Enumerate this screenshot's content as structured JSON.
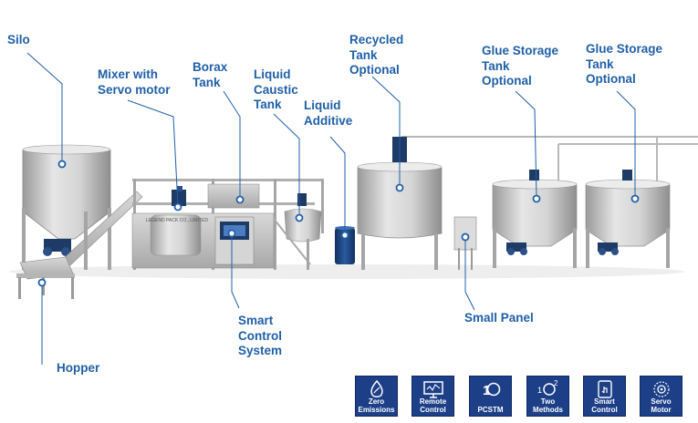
{
  "labels": {
    "silo": "Silo",
    "mixer": "Mixer with\nServo motor",
    "borax": "Borax\nTank",
    "caustic": "Liquid\nCaustic\nTank",
    "additive": "Liquid\nAdditive",
    "recycled": "Recycled\nTank\nOptional",
    "glue1": "Glue Storage\nTank\nOptional",
    "glue2": "Glue Storage\nTank\nOptional",
    "hopper": "Hopper",
    "control": "Smart\nControl\nSystem",
    "panel": "Small Panel"
  },
  "machine_plate": "LEGEND PACK CO., LIMITED",
  "badges": [
    {
      "label": "Zero\nEmissions",
      "icon": "leaf-drop-icon"
    },
    {
      "label": "Remote\nControl",
      "icon": "monitor-icon"
    },
    {
      "label": "PCSTM",
      "icon": "pcs-logo-icon"
    },
    {
      "label": "Two\nMethods",
      "icon": "two-methods-icon"
    },
    {
      "label": "Smart\nControl",
      "icon": "touch-hand-icon"
    },
    {
      "label": "Servo\nMotor",
      "icon": "servo-gear-icon"
    }
  ],
  "colors": {
    "label": "#1f5fa8",
    "badge": "#1c3f88",
    "steel": "#c9c9c9",
    "motor": "#1e3a66"
  }
}
